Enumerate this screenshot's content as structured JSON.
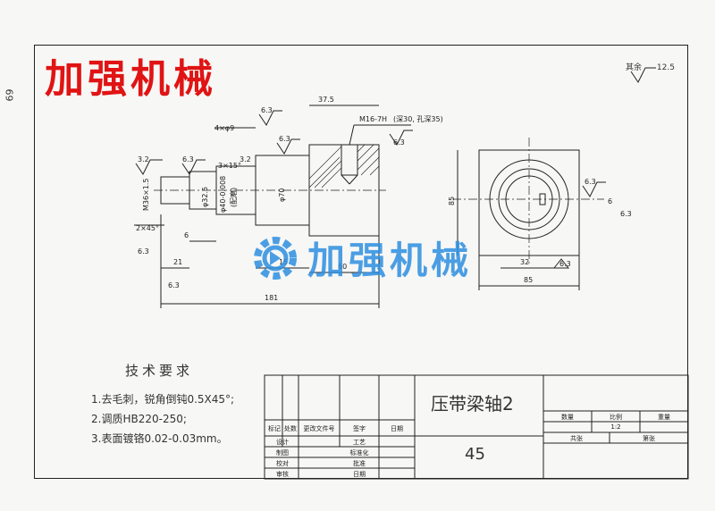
{
  "brand_title": "加强机械",
  "corner_note": "69",
  "watermark_text": "加强机械",
  "remaining_roughness": {
    "label": "其余",
    "value": "12.5"
  },
  "dimensions": {
    "thread_main": "M16-7H",
    "thread_note": "(深30, 孔深35)",
    "holes": "4×φ9",
    "chamfer1": "3×15°",
    "chamfer2": "2×45°",
    "d_thread": "M36×1.5",
    "d_shaft": "φ32.5",
    "d_fit": "φ40-0.008",
    "d_fit_note": "(配磨)",
    "d_body": "φ70",
    "len_37": "37.5",
    "len_21": "21",
    "len_6": "6",
    "len_15": "15",
    "len_60": "60",
    "len_181": "181",
    "len_85a": "85",
    "len_85b": "85",
    "len_32": "32",
    "len_6b": "6",
    "r63": "6.3",
    "r32": "3.2"
  },
  "requirements": {
    "title": "技术要求",
    "items": [
      "1.去毛刺，锐角倒钝0.5X45°;",
      "2.调质HB220-250;",
      "3.表面镀铬0.02-0.03mm。"
    ]
  },
  "title_block": {
    "part_name": "压带梁轴2",
    "material": "45",
    "headers": [
      "标记",
      "处数",
      "更改文件号",
      "签字",
      "日期"
    ],
    "rows": [
      "设计",
      "制图",
      "校对",
      "审核"
    ],
    "process": [
      "工艺",
      "标准化",
      "批准",
      "日期"
    ],
    "qty_label": "数量",
    "scale_label": "比例",
    "weight_label": "重量",
    "scale_value": "1:2",
    "sheets_total": "共张",
    "sheet_no": "第张"
  }
}
